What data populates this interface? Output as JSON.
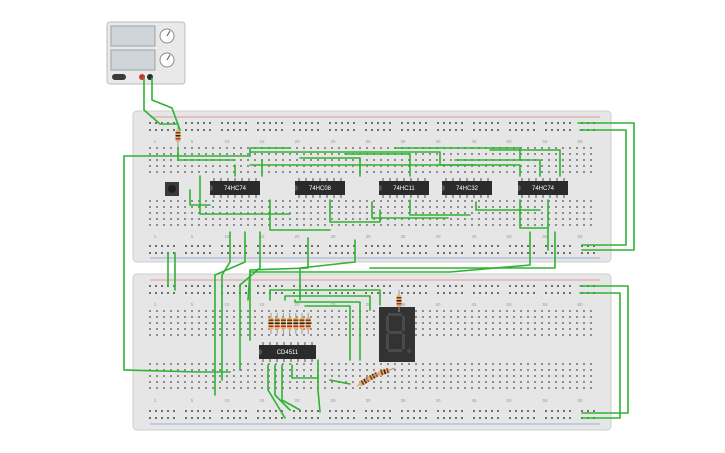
{
  "colors": {
    "wire": "#2fb233",
    "board": "#e6e6e6",
    "board_stroke": "#cfcfcf",
    "hole": "#6f6f6f",
    "rail_red": "#d9534f",
    "rail_blue": "#4a77c8",
    "chip": "#2b2b2b",
    "segment_off": "#4a4a4a",
    "display_body": "#333333"
  },
  "power_supply": {
    "label": "",
    "knob_icons": [
      "knob-icon",
      "knob-icon"
    ]
  },
  "top_board": {
    "column_numbers": [
      "1",
      "5",
      "10",
      "15",
      "20",
      "25",
      "30",
      "35",
      "40",
      "45",
      "50",
      "55",
      "60"
    ],
    "chips": [
      {
        "label": "74HC74"
      },
      {
        "label": "74HC08"
      },
      {
        "label": "74HC11"
      },
      {
        "label": "74HC32"
      },
      {
        "label": "74HC74"
      }
    ]
  },
  "bottom_board": {
    "column_numbers": [
      "1",
      "5",
      "10",
      "15",
      "20",
      "25",
      "30",
      "35",
      "40",
      "45",
      "50",
      "55",
      "60"
    ],
    "chips": [
      {
        "label": "CD4511"
      }
    ],
    "display_digit": "8"
  }
}
